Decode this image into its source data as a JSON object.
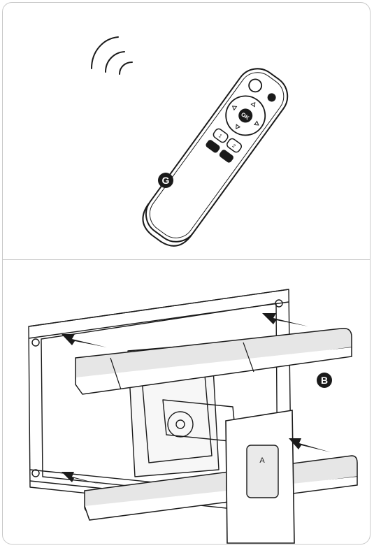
{
  "panels": [
    {
      "id": "remote-panel",
      "label": "G"
    },
    {
      "id": "mount-panel",
      "label": "B",
      "plate_letter": "A"
    }
  ],
  "remote": {
    "buttons": [
      "power",
      "mute",
      "up",
      "down",
      "left",
      "right",
      "ok",
      "preset-1",
      "preset-2",
      "memory-1",
      "memory-2"
    ]
  },
  "colors": {
    "line": "#1a1a1a",
    "frame": "#c9c9c9",
    "shade": "#e6e6e6",
    "arrow": "#1a1a1a"
  }
}
